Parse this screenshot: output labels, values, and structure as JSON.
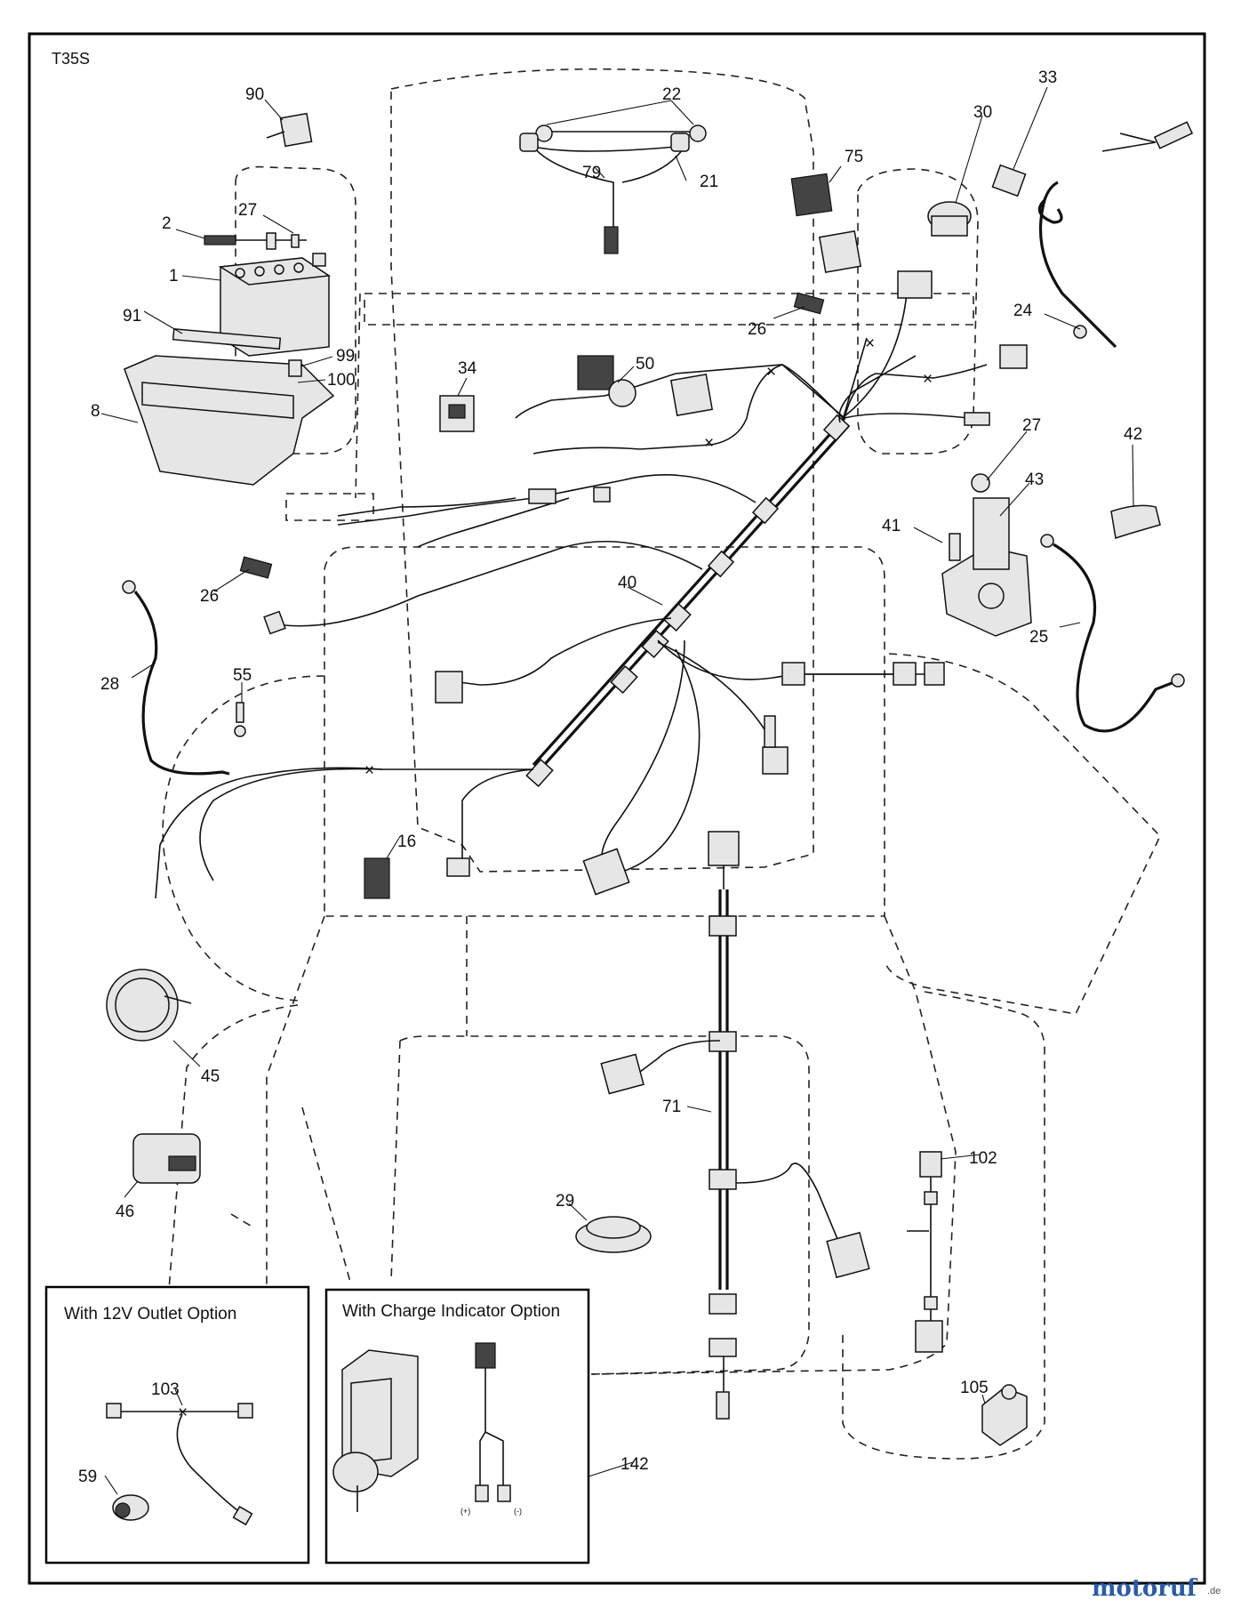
{
  "diagram_code": "T35S",
  "parts": [
    {
      "id": "p90",
      "label": "90"
    },
    {
      "id": "p2",
      "label": "2"
    },
    {
      "id": "p27a",
      "label": "27"
    },
    {
      "id": "p1",
      "label": "1"
    },
    {
      "id": "p91",
      "label": "91"
    },
    {
      "id": "p99",
      "label": "99"
    },
    {
      "id": "p100",
      "label": "100"
    },
    {
      "id": "p8",
      "label": "8"
    },
    {
      "id": "p22",
      "label": "22"
    },
    {
      "id": "p79",
      "label": "79"
    },
    {
      "id": "p21",
      "label": "21"
    },
    {
      "id": "p75",
      "label": "75"
    },
    {
      "id": "p30",
      "label": "30"
    },
    {
      "id": "p33",
      "label": "33"
    },
    {
      "id": "p24",
      "label": "24"
    },
    {
      "id": "p26a",
      "label": "26"
    },
    {
      "id": "p34",
      "label": "34"
    },
    {
      "id": "p50",
      "label": "50"
    },
    {
      "id": "p27b",
      "label": "27"
    },
    {
      "id": "p42",
      "label": "42"
    },
    {
      "id": "p43",
      "label": "43"
    },
    {
      "id": "p41",
      "label": "41"
    },
    {
      "id": "p25",
      "label": "25"
    },
    {
      "id": "p40",
      "label": "40"
    },
    {
      "id": "p26b",
      "label": "26"
    },
    {
      "id": "p28",
      "label": "28"
    },
    {
      "id": "p55",
      "label": "55"
    },
    {
      "id": "p16",
      "label": "16"
    },
    {
      "id": "p45",
      "label": "45"
    },
    {
      "id": "p46",
      "label": "46"
    },
    {
      "id": "p71",
      "label": "71"
    },
    {
      "id": "p29",
      "label": "29"
    },
    {
      "id": "p102",
      "label": "102"
    },
    {
      "id": "p105",
      "label": "105"
    },
    {
      "id": "p103",
      "label": "103"
    },
    {
      "id": "p59",
      "label": "59"
    },
    {
      "id": "p142",
      "label": "142"
    }
  ],
  "option_boxes": {
    "outlet": {
      "title": "With 12V Outlet Option"
    },
    "charge": {
      "title": "With Charge Indicator Option",
      "plus": "(+)",
      "minus": "(-)"
    }
  },
  "watermark": {
    "brand": "motoruf",
    "tld": ".de"
  }
}
